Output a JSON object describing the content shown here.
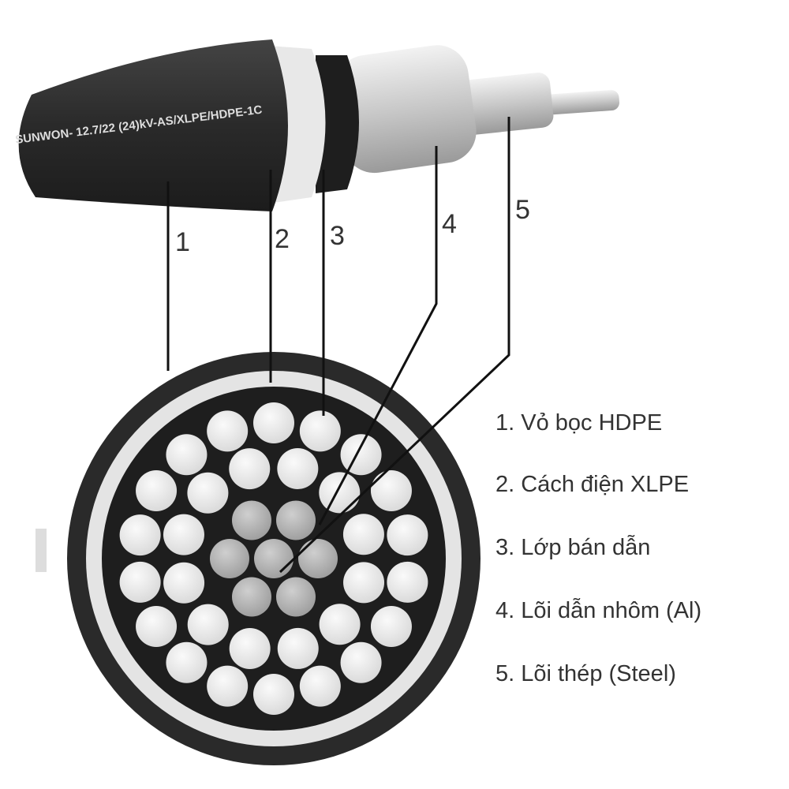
{
  "cable_marking": "SUNWON- 12.7/22 (24)kV-AS/XLPE/HDPE-1C",
  "callout_numbers": [
    "1",
    "2",
    "3",
    "4",
    "5"
  ],
  "legend": [
    "1. Vỏ bọc HDPE",
    "2. Cách điện XLPE",
    "3. Lớp bán dẫn",
    "4. Lõi dẫn nhôm (Al)",
    "5. Lõi thép (Steel)"
  ],
  "colors": {
    "sheath": "#2b2b2b",
    "insulation": "#e4e4e4",
    "aluminum": "#e8e8e8",
    "steel": "#a9a9a9",
    "text": "#333333"
  }
}
